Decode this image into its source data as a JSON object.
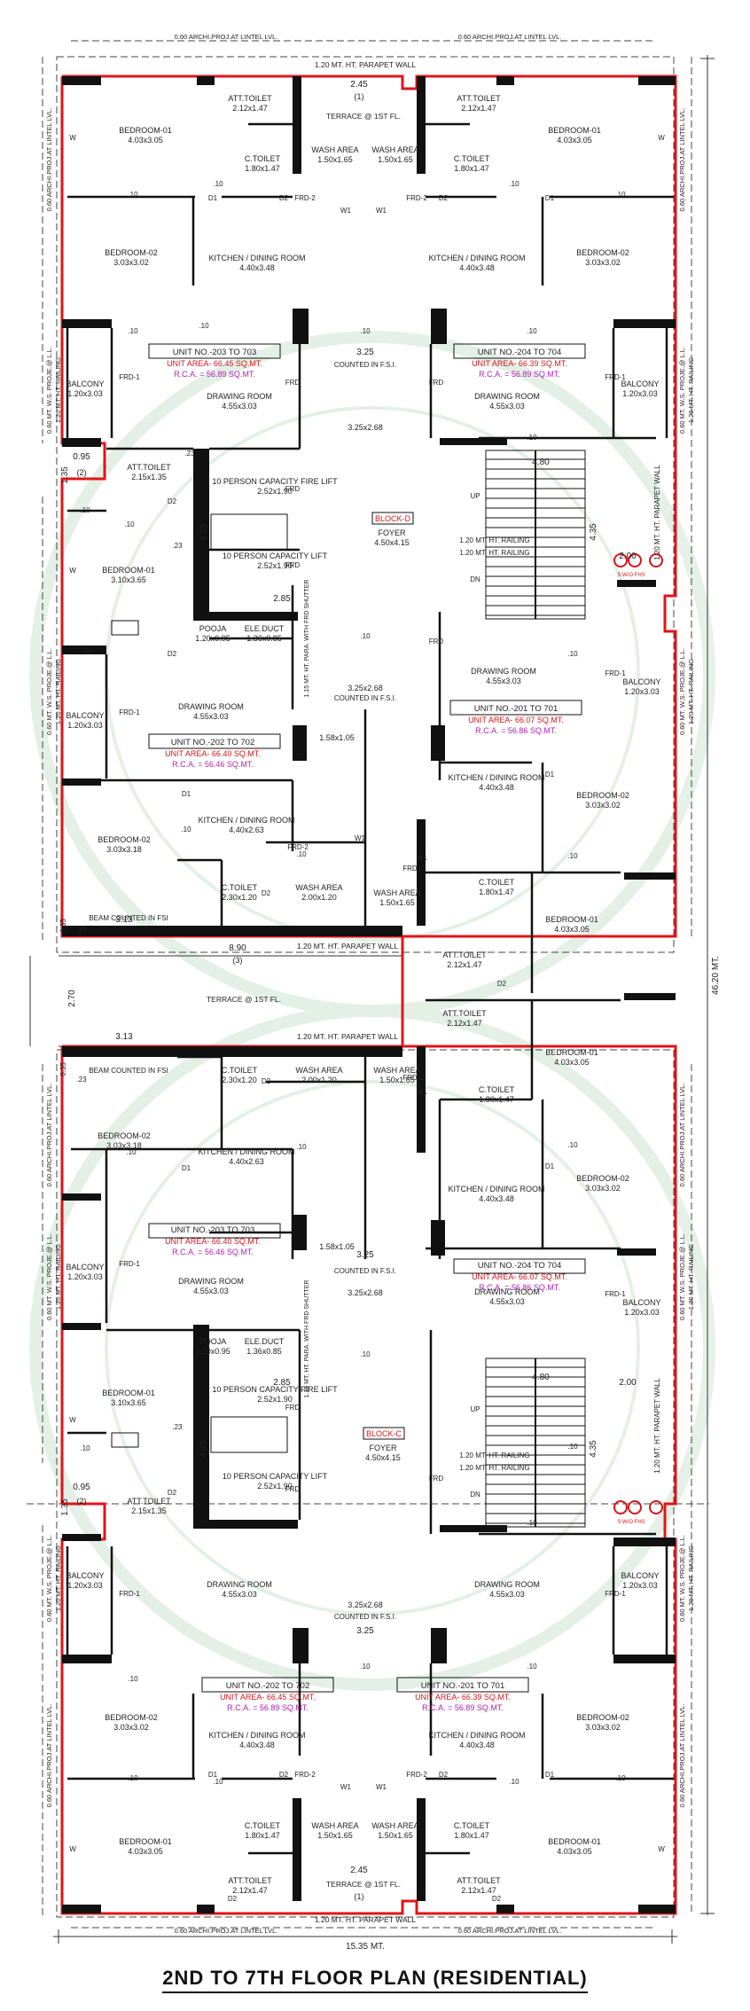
{
  "title": "2ND TO 7TH FLOOR PLAN (RESIDENTIAL)",
  "dims": {
    "width": "15.35 MT.",
    "height": "46.20 MT.",
    "terrace_depth": "2.70",
    "terrace_w": "8.90",
    "terrace_n": "(3)",
    "d313": "3.13",
    "d245": "2.45",
    "d245n": "(1)",
    "d325": "3.25",
    "d480": "4.80",
    "d200": "2.00",
    "d435": "4.35",
    "d285": "2.85",
    "d135": "1.35",
    "d095": "0.95",
    "d095n": "(2)",
    "d10": ".10",
    "d23": ".23",
    "d035": "0.35"
  },
  "notes": {
    "lintel": "0.60 ARCHI.PROJ.AT LINTEL LVL.",
    "parapet": "1.20 MT. HT. PARAPET WALL",
    "railing": "1.20 MT. HT. RAILING",
    "ws_proj": "0.60 MT. W.S. PROJE.@ L.L.",
    "counted": "COUNTED IN F.S.I.",
    "beam": "BEAM COUNTED IN FSI",
    "shutter": "1.15 MT. HT. PARA. WITH FRD SHUTTER",
    "terrace1": "TERRACE @ 1ST FL.",
    "terrace": "TERRACE @ 1ST FL."
  },
  "codes": {
    "W": "W",
    "W1": "W1",
    "D1": "D1",
    "D2": "D2",
    "FRD": "FRD",
    "FRD1": "FRD-1",
    "FRD2": "FRD-2",
    "UP": "UP",
    "DN": "DN",
    "hydrant": "S.W/O FHS"
  },
  "rooms": {
    "bed1": "BEDROOM-01",
    "bed1_d": "4.03x3.05",
    "bed2": "BEDROOM-02",
    "bed2_d": "3.03x3.02",
    "bed2b_d": "3.03x3.18",
    "bed1b_d": "3.10x3.65",
    "att": "ATT.TOILET",
    "att_d": "2.12x1.47",
    "att_b_d": "2.15x1.35",
    "ct": "C.TOILET",
    "ct_d": "1.80x1.47",
    "ct_b_d": "2.30x1.20",
    "wash": "WASH AREA",
    "wash_d": "1.50x1.65",
    "wash_b_d": "2.00x1.20",
    "kit": "KITCHEN / DINING ROOM",
    "kit_d": "4.40x3.48",
    "kit_b_d": "4.40x2.63",
    "draw": "DRAWING ROOM",
    "draw_d": "4.55x3.03",
    "balc": "BALCONY",
    "balc_d": "1.20x3.03",
    "lobby_d": "3.25x2.68",
    "shaft_d": "1.58x1.05",
    "fire": "10 PERSON CAPACITY FIRE LIFT",
    "fire_d": "2.52x1.90",
    "lift": "10 PERSON CAPACITY LIFT",
    "lift_d": "2.52x1.90",
    "pooja": "POOJA",
    "pooja_d": "1.20x0.95",
    "duct": "ELE.DUCT",
    "duct_d": "1.36x0.85",
    "foyer": "FOYER",
    "foyer_d": "4.50x4.15",
    "blockD": "BLOCK-D",
    "blockC": "BLOCK-C"
  },
  "units": [
    {
      "name": "UNIT NO.-203 TO 703",
      "area": "UNIT AREA- 66.45 SQ.MT.",
      "rca": "R.C.A. = 56.89 SQ.MT."
    },
    {
      "name": "UNIT NO.-204 TO 704",
      "area": "UNIT AREA- 66.39 SQ.MT.",
      "rca": "R.C.A. = 56.89 SQ.MT."
    },
    {
      "name": "UNIT NO.-202 TO 702",
      "area": "UNIT AREA- 66.40 SQ.MT.",
      "rca": "R.C.A. = 56.46 SQ.MT."
    },
    {
      "name": "UNIT NO.-201 TO 701",
      "area": "UNIT AREA- 66.07 SQ.MT.",
      "rca": "R.C.A. = 56.86 SQ.MT."
    },
    {
      "name": "UNIT NO.-203 TO 703",
      "area": "UNIT AREA- 66.40 SQ.MT.",
      "rca": "R.C.A. = 56.46 SQ.MT."
    },
    {
      "name": "UNIT NO.-204 TO 704",
      "area": "UNIT AREA- 66.07 SQ.MT.",
      "rca": "R.C.A. = 56.86 SQ.MT."
    },
    {
      "name": "UNIT NO.-202 TO 702",
      "area": "UNIT AREA- 66.45 SQ.MT.",
      "rca": "R.C.A. = 56.89 SQ.MT."
    },
    {
      "name": "UNIT NO.-201 TO 701",
      "area": "UNIT AREA- 66.39 SQ.MT.",
      "rca": "R.C.A. = 56.89 SQ.MT."
    }
  ],
  "colors": {
    "boundary": "#e0151b",
    "wall": "#111111",
    "unit_area": "#d4161c",
    "rca": "#b01fb0",
    "block": "#d4161c"
  }
}
